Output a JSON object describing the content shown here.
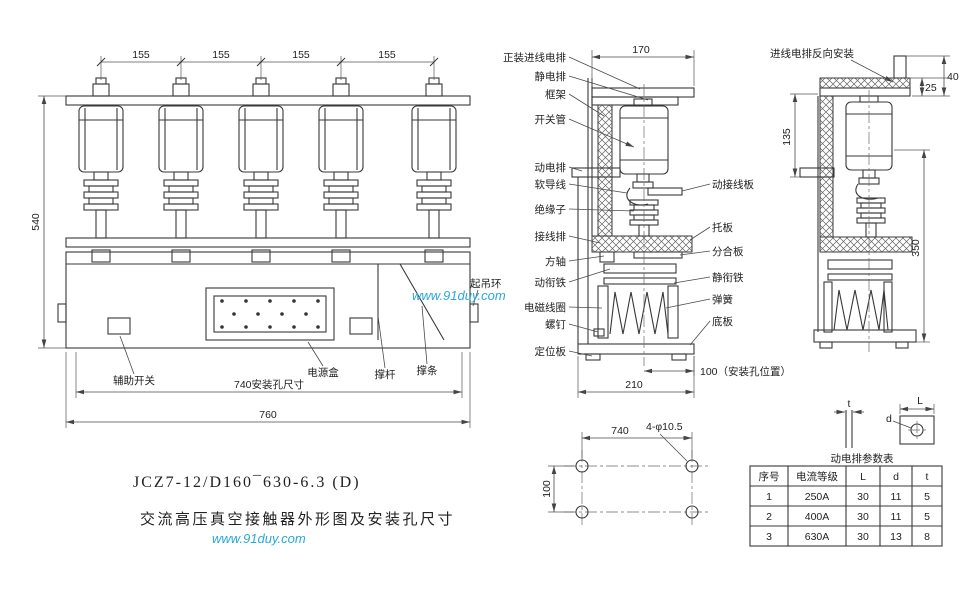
{
  "watermark": {
    "center": "www.91duy.com",
    "bottom": "www.91duy.com"
  },
  "titles": {
    "model": "JCZ7-12/D160¯630-6.3 (D)",
    "caption": "交流高压真空接触器外形图及安装孔尺寸"
  },
  "front": {
    "dim_155": "155",
    "dim_540": "540",
    "dim_740": "740安装孔尺寸",
    "dim_760": "760",
    "labels": {
      "auxiliary_switch": "辅助开关",
      "power_box": "电源盒",
      "support_rod": "撑杆",
      "support_bar": "撑条",
      "lifting_ring": "起吊环"
    }
  },
  "section": {
    "dim_170": "170",
    "dim_210": "210",
    "dim_100": "100（安装孔位置）",
    "left_labels": [
      "正装进线电排",
      "静电排",
      "框架",
      "开关管",
      "动电排",
      "软导线",
      "绝缘子",
      "接线排",
      "方轴",
      "动衔铁",
      "电磁线圈",
      "螺钉",
      "定位板"
    ],
    "right_labels": [
      "动接线板",
      "托板",
      "分合板",
      "静衔铁",
      "弹簧",
      "底板"
    ]
  },
  "reverse": {
    "title": "进线电排反向安装",
    "dim_25": "25",
    "dim_40": "40",
    "dim_135": "135",
    "dim_350": "350"
  },
  "holes": {
    "dim_740": "740",
    "dim_100": "100",
    "note": "4-φ10.5"
  },
  "param": {
    "table_title": "动电排参数表",
    "dim_t": "t",
    "dim_L": "L",
    "dim_d": "d",
    "headers": [
      "序号",
      "电流等级",
      "L",
      "d",
      "t"
    ],
    "rows": [
      [
        "1",
        "250A",
        "30",
        "11",
        "5"
      ],
      [
        "2",
        "400A",
        "30",
        "11",
        "5"
      ],
      [
        "3",
        "630A",
        "30",
        "13",
        "8"
      ]
    ]
  }
}
